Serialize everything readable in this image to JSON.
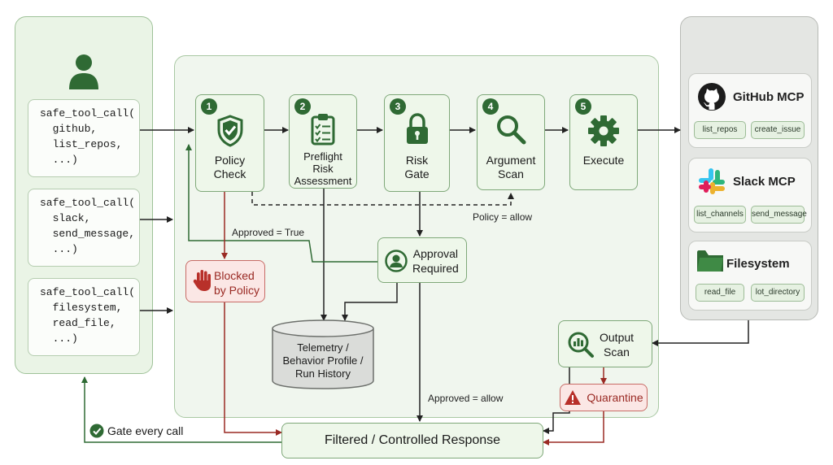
{
  "clients": [
    {
      "lines": [
        "safe_tool_call(",
        "  github,",
        "  list_repos,",
        "  ...)"
      ]
    },
    {
      "lines": [
        "safe_tool_call(",
        "  slack,",
        "  send_message,",
        "  ...)"
      ]
    },
    {
      "lines": [
        "safe_tool_call(",
        "  filesystem,",
        "  read_file,",
        "  ...)"
      ]
    }
  ],
  "steps": [
    {
      "num": "1",
      "label_lines": [
        "Policy",
        "Check"
      ],
      "icon": "shield-check-icon"
    },
    {
      "num": "2",
      "label_lines": [
        "Preflight",
        "Risk",
        "Assessment"
      ],
      "icon": "clipboard-checklist-icon"
    },
    {
      "num": "3",
      "label_lines": [
        "Risk",
        "Gate"
      ],
      "icon": "lock-icon"
    },
    {
      "num": "4",
      "label_lines": [
        "Argument",
        "Scan"
      ],
      "icon": "magnifier-icon"
    },
    {
      "num": "5",
      "label_lines": [
        "Execute"
      ],
      "icon": "gear-icon"
    }
  ],
  "blocked": {
    "lines": [
      "Blocked",
      "by Policy"
    ],
    "icon": "hand-stop-icon"
  },
  "approval": {
    "lines": [
      "Approval",
      "Required"
    ],
    "icon": "user-circle-icon"
  },
  "telemetry": {
    "lines": [
      "Telemetry /",
      "Behavior Profile /",
      "Run History"
    ]
  },
  "output_scan": {
    "lines": [
      "Output",
      "Scan"
    ],
    "icon": "magnifier-chart-icon"
  },
  "quarantine": {
    "label": "Quarantine",
    "icon": "warning-icon"
  },
  "response": {
    "label": "Filtered / Controlled Response"
  },
  "edge_labels": {
    "approved_true": "Approved = True",
    "policy_allow": "Policy = allow",
    "approved_allow": "Approved = allow",
    "gate_every_call": "Gate every call"
  },
  "services": [
    {
      "title": "GitHub MCP",
      "icon": "github-icon",
      "tools": [
        "list_repos",
        "create_issue"
      ]
    },
    {
      "title": "Slack MCP",
      "icon": "slack-icon",
      "tools": [
        "list_channels",
        "send_message"
      ]
    },
    {
      "title": "Filesystem",
      "icon": "folder-icon",
      "tools": [
        "read_file",
        "lot_directory"
      ]
    }
  ],
  "colors": {
    "green": "#2f6a34",
    "red": "#9a2a24",
    "line": "#222222"
  }
}
